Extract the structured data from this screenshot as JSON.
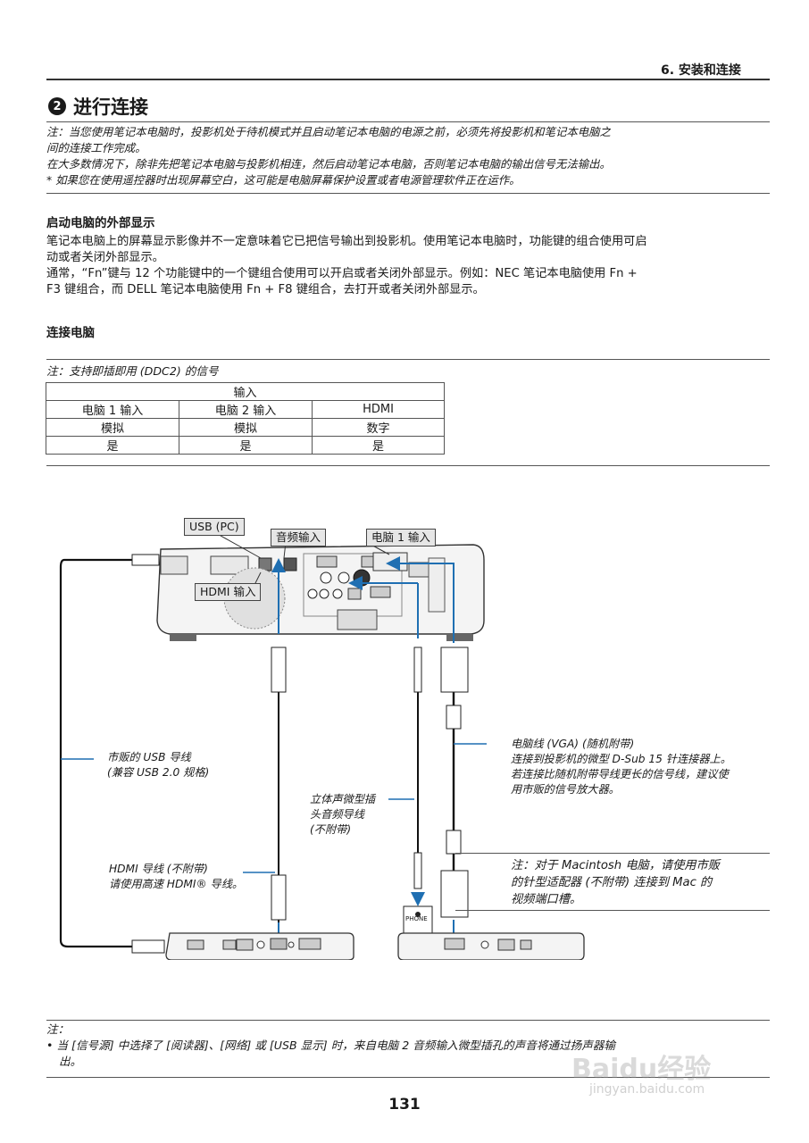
{
  "header": {
    "chapter": "6. 安装和连接"
  },
  "section": {
    "number": "2",
    "title": "进行连接"
  },
  "notes": [
    "注：当您使用笔记本电脑时，投影机处于待机模式并且启动笔记本电脑的电源之前，必须先将投影机和笔记本电脑之",
    "间的连接工作完成。",
    "在大多数情况下，除非先把笔记本电脑与投影机相连，然后启动笔记本电脑，否则笔记本电脑的输出信号无法输出。",
    "* 如果您在使用遥控器时出现屏幕空白，这可能是电脑屏幕保护设置或者电源管理软件正在运作。"
  ],
  "external_display": {
    "heading": "启动电脑的外部显示",
    "lines": [
      "笔记本电脑上的屏幕显示影像并不一定意味着它已把信号输出到投影机。使用笔记本电脑时，功能键的组合使用可启",
      "动或者关闭外部显示。",
      "通常，“Fn”键与 12 个功能键中的一个键组合使用可以开启或者关闭外部显示。例如：NEC 笔记本电脑使用 Fn +",
      "F3 键组合，而 DELL 笔记本电脑使用 Fn + F8 键组合，去打开或者关闭外部显示。"
    ]
  },
  "connect_pc": {
    "heading": "连接电脑",
    "table_note": "注：支持即插即用 (DDC2) 的信号",
    "table": {
      "top_header": "输入",
      "columns": [
        "电脑 1 输入",
        "电脑 2 输入",
        "HDMI"
      ],
      "rows": [
        [
          "模拟",
          "模拟",
          "数字"
        ],
        [
          "是",
          "是",
          "是"
        ]
      ]
    }
  },
  "diagram": {
    "labels": {
      "usb_pc": "USB (PC)",
      "audio_in": "音频输入",
      "computer1_in": "电脑 1 输入",
      "hdmi_in": "HDMI 输入",
      "phone": "PHONE"
    },
    "captions": {
      "usb_cable": [
        "市贩的 USB 导线",
        "(兼容 USB 2.0 规格)"
      ],
      "hdmi_cable": [
        "HDMI 导线 (不附带)",
        "请使用高速 HDMI® 导线。"
      ],
      "audio_cable": [
        "立体声微型插",
        "头音频导线",
        "(不附带)"
      ],
      "vga_cable": [
        "电脑线 (VGA) (随机附带)",
        "连接到投影机的微型 D-Sub 15 针连接器上。",
        "若连接比随机附带导线更长的信号线，建议使",
        "用市贩的信号放大器。"
      ],
      "mac_note": [
        "注：对于 Macintosh 电脑，请使用市贩",
        "的针型适配器 (不附带) 连接到 Mac 的",
        "视频端口槽。"
      ]
    }
  },
  "footer": {
    "note_label": "注：",
    "note_lines": [
      "• 当 [信号源] 中选择了 [阅读器]、[网络] 或 [USB 显示] 时，来自电脑 2 音频输入微型插孔的声音将通过扬声器输",
      "出。"
    ],
    "page_number": "131"
  },
  "watermark": {
    "brand": "Baidu经验",
    "url": "jingyan.baidu.com"
  },
  "colors": {
    "accent_arrow": "#1f6fb2"
  }
}
